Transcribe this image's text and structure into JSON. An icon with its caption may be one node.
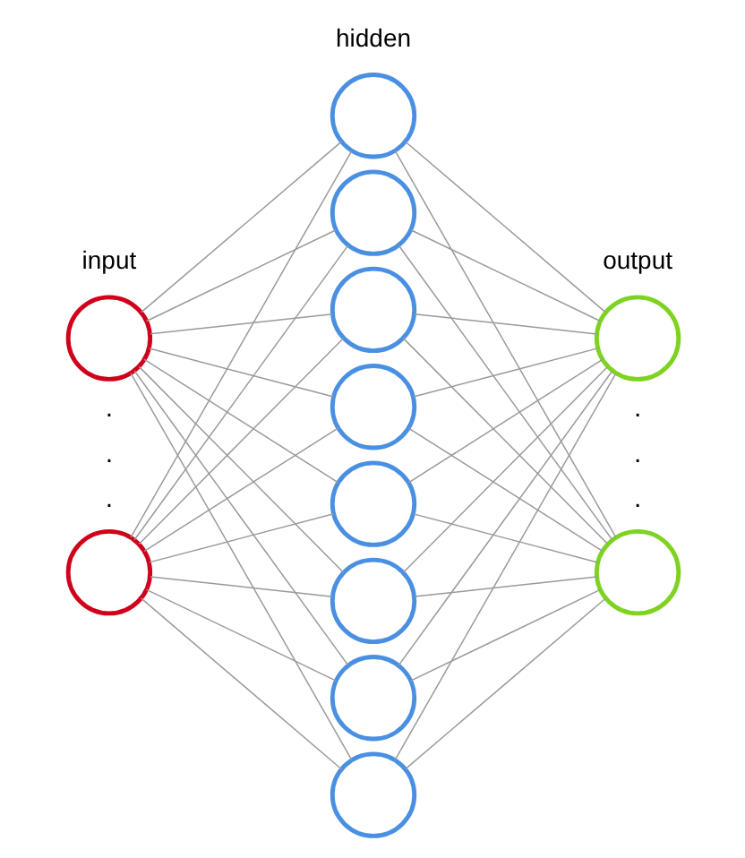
{
  "diagram": {
    "nodes": [
      {
        "text": [],
        "shape": "circle"
      },
      {
        "text": [],
        "shape": "circle"
      },
      {
        "text": [],
        "shape": "circle"
      },
      {
        "text": [],
        "shape": "circle"
      },
      {
        "text": [],
        "shape": "circle"
      },
      {
        "text": [],
        "shape": "circle"
      },
      {
        "text": [],
        "shape": "circle"
      },
      {
        "text": [],
        "shape": "circle"
      },
      {
        "text": [],
        "shape": "circle"
      },
      {
        "text": [],
        "shape": "circle"
      },
      {
        "text": [],
        "shape": "circle"
      },
      {
        "text": [],
        "shape": "circle"
      }
    ],
    "edges": [
      {
        "from": 0,
        "to": 2,
        "arrow": "none"
      },
      {
        "from": 0,
        "to": 3,
        "arrow": "none"
      },
      {
        "from": 0,
        "to": 4,
        "arrow": "none"
      },
      {
        "from": 0,
        "to": 5,
        "arrow": "none"
      },
      {
        "from": 0,
        "to": 6,
        "arrow": "none"
      },
      {
        "from": 0,
        "to": 7,
        "arrow": "none"
      },
      {
        "from": 0,
        "to": 8,
        "arrow": "none"
      },
      {
        "from": 0,
        "to": 9,
        "arrow": "none"
      },
      {
        "from": 1,
        "to": 2,
        "arrow": "none"
      },
      {
        "from": 1,
        "to": 3,
        "arrow": "none"
      },
      {
        "from": 1,
        "to": 4,
        "arrow": "none"
      },
      {
        "from": 1,
        "to": 5,
        "arrow": "none"
      },
      {
        "from": 1,
        "to": 6,
        "arrow": "none"
      },
      {
        "from": 1,
        "to": 7,
        "arrow": "none"
      },
      {
        "from": 1,
        "to": 8,
        "arrow": "none"
      },
      {
        "from": 1,
        "to": 9,
        "arrow": "none"
      },
      {
        "from": 2,
        "to": 10,
        "arrow": "none"
      },
      {
        "from": 3,
        "to": 10,
        "arrow": "none"
      },
      {
        "from": 4,
        "to": 10,
        "arrow": "none"
      },
      {
        "from": 5,
        "to": 10,
        "arrow": "none"
      },
      {
        "from": 6,
        "to": 10,
        "arrow": "none"
      },
      {
        "from": 7,
        "to": 10,
        "arrow": "none"
      },
      {
        "from": 8,
        "to": 10,
        "arrow": "none"
      },
      {
        "from": 9,
        "to": 10,
        "arrow": "none"
      },
      {
        "from": 2,
        "to": 11,
        "arrow": "none"
      },
      {
        "from": 3,
        "to": 11,
        "arrow": "none"
      },
      {
        "from": 4,
        "to": 11,
        "arrow": "none"
      },
      {
        "from": 5,
        "to": 11,
        "arrow": "none"
      },
      {
        "from": 6,
        "to": 11,
        "arrow": "none"
      },
      {
        "from": 7,
        "to": 11,
        "arrow": "none"
      },
      {
        "from": 8,
        "to": 11,
        "arrow": "none"
      },
      {
        "from": 9,
        "to": 11,
        "arrow": "none"
      }
    ],
    "labels": [
      "hidden",
      "input",
      "output",
      ".",
      ".",
      ".",
      ".",
      ".",
      "."
    ]
  }
}
